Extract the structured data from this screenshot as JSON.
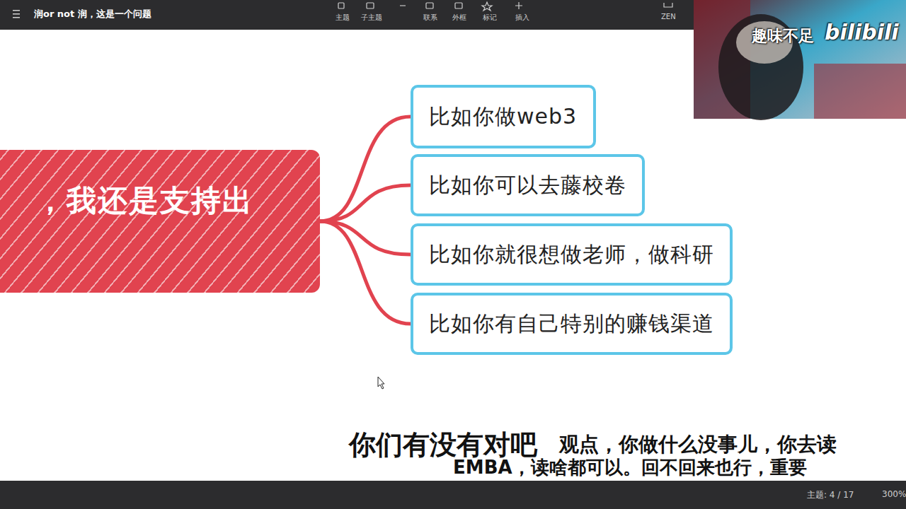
{
  "diagram": {
    "title": "润or not 润，这是一个问题",
    "nodes": [
      {
        "text": [
          "，我还是支持出"
        ]
      },
      {
        "text": [
          "比如你做web3"
        ]
      },
      {
        "text": [
          "比如你可以去藤校卷"
        ]
      },
      {
        "text": [
          "比如你就很想做老师，做科研"
        ]
      },
      {
        "text": [
          "比如你有自己特别的赚钱渠道"
        ]
      }
    ],
    "edges": [
      {
        "from": 0,
        "to": 1,
        "arrow": "none"
      },
      {
        "from": 0,
        "to": 2,
        "arrow": "none"
      },
      {
        "from": 0,
        "to": 3,
        "arrow": "none"
      },
      {
        "from": 0,
        "to": 4,
        "arrow": "none"
      }
    ],
    "labels": [
      "主题",
      "子主题",
      "联系",
      "外框",
      "标记",
      "插入",
      "ZEN",
      "趣味不足",
      "bilibili",
      "你们有没有对吧",
      "观点，你做什么没事儿，你去读",
      "EMBA，读啥都可以。回不回来也行，重要",
      "主题: 4 / 17",
      "300%"
    ]
  }
}
